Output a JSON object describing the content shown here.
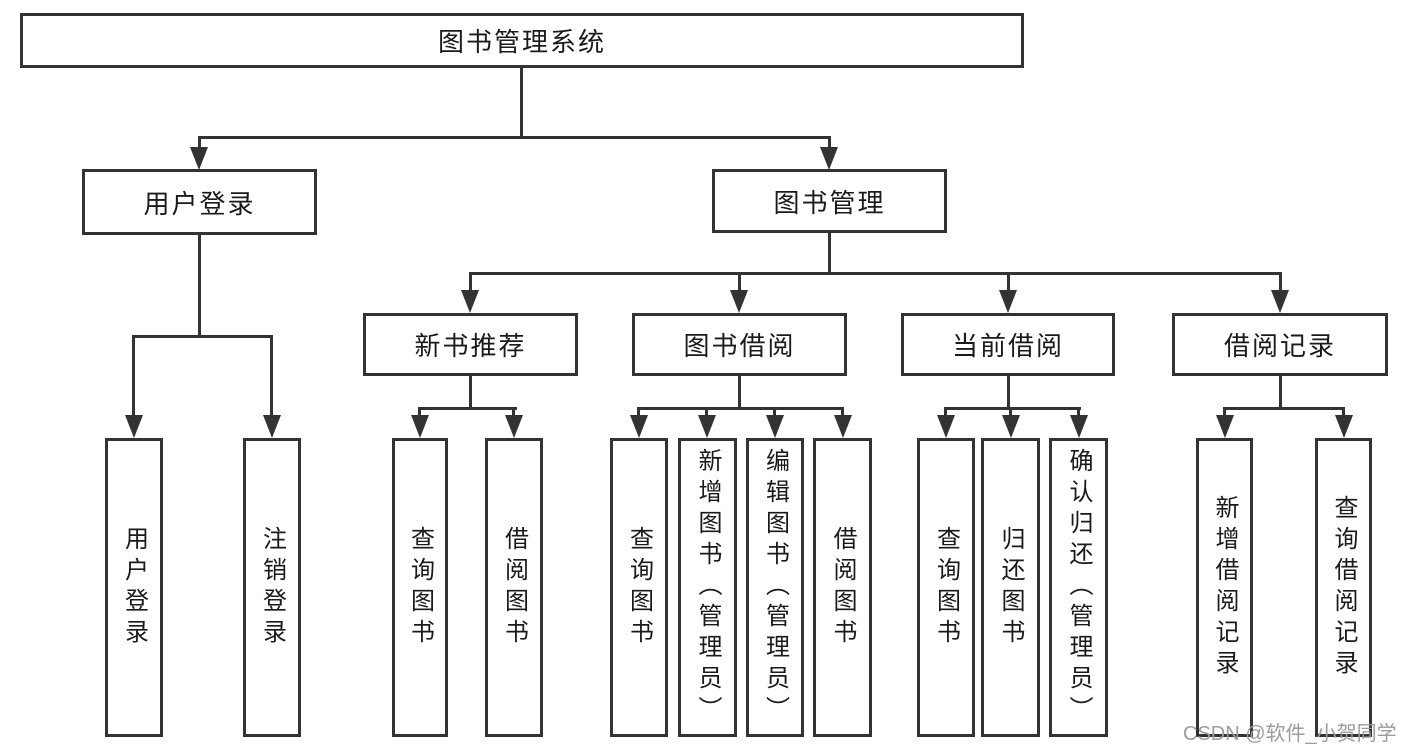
{
  "diagram": {
    "root": "图书管理系统",
    "level2": {
      "user_login": "用户登录",
      "book_mgmt": "图书管理"
    },
    "level3": {
      "new_book": "新书推荐",
      "book_borrow": "图书借阅",
      "current_borrow": "当前借阅",
      "borrow_record": "借阅记录"
    },
    "leaves": {
      "user_login_1": "用户登录",
      "user_login_2": "注销登录",
      "new_book_1": "查询图书",
      "new_book_2": "借阅图书",
      "book_borrow_1": "查询图书",
      "book_borrow_2": "新增图书（管理员）",
      "book_borrow_3": "编辑图书（管理员）",
      "book_borrow_4": "借阅图书",
      "current_borrow_1": "查询图书",
      "current_borrow_2": "归还图书",
      "current_borrow_3": "确认归还（管理员）",
      "borrow_record_1": "新增借阅记录",
      "borrow_record_2": "查询借阅记录"
    },
    "watermark": "CSDN @软件_小贺同学",
    "colors": {
      "line": "#333333",
      "text": "#1a1a1a",
      "watermark": "#9c9c9c",
      "background": "#ffffff"
    }
  }
}
